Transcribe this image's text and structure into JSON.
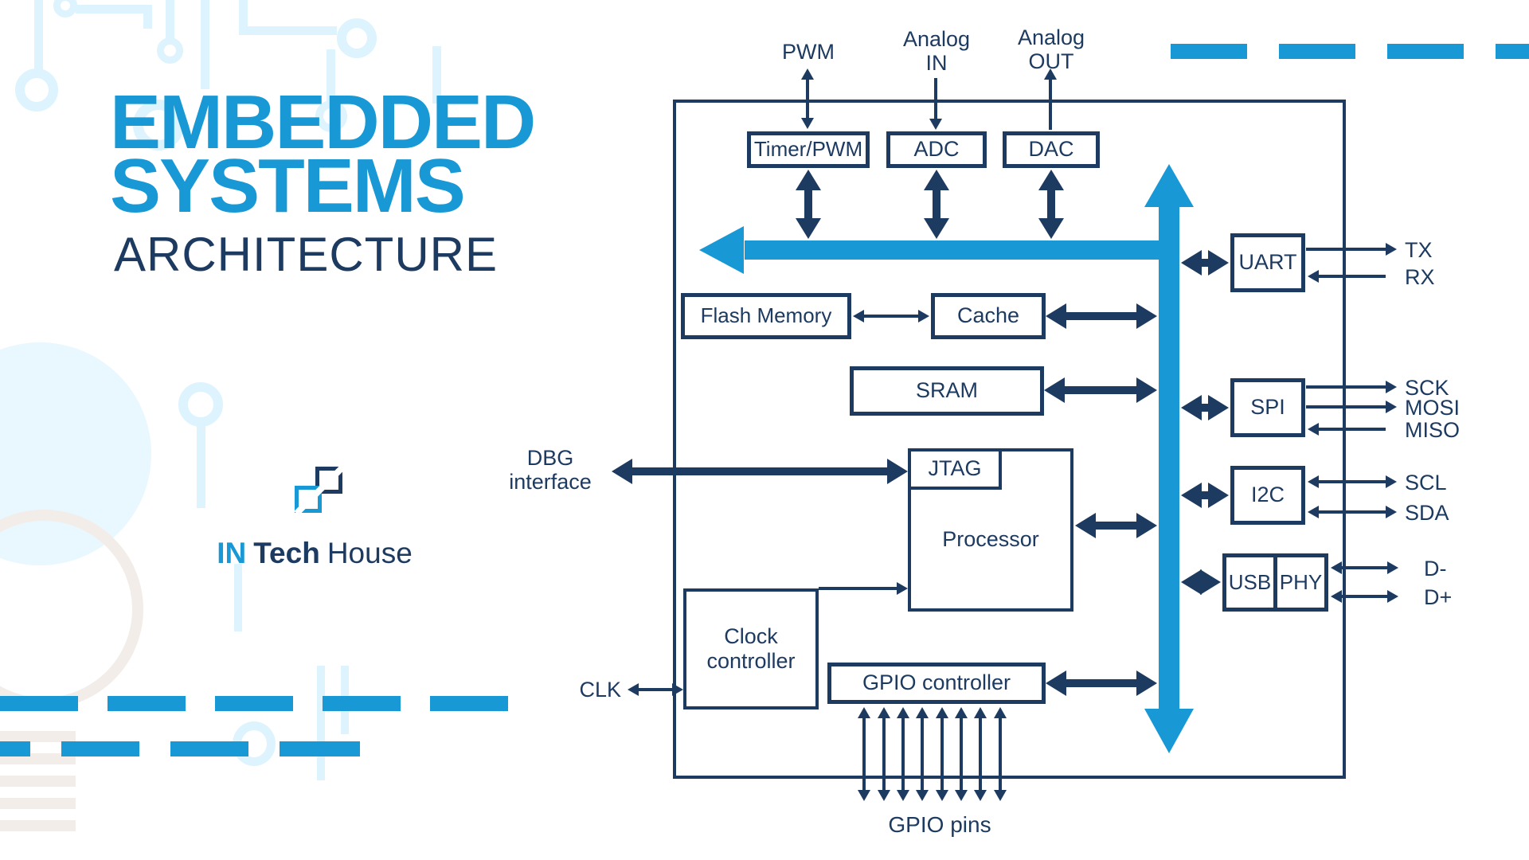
{
  "header": {
    "title_line1": "EMBEDDED",
    "title_line2": "SYSTEMS",
    "title_line3": "ARCHITECTURE"
  },
  "logo": {
    "part1": "IN",
    "part2": "Tech",
    "part3": "House"
  },
  "colors": {
    "accent_blue": "#1899d6",
    "navy": "#1d3a60",
    "pale_cyan": "#ddf3fd"
  },
  "diagram": {
    "io_top": {
      "pwm_label": "PWM",
      "analog_in_label": "Analog\nIN",
      "analog_out_label": "Analog\nOUT",
      "timer_box": "Timer/PWM",
      "adc_box": "ADC",
      "dac_box": "DAC"
    },
    "memory": {
      "flash": "Flash Memory",
      "cache": "Cache",
      "sram": "SRAM"
    },
    "debug": {
      "dbg_label": "DBG\ninterface",
      "jtag_box": "JTAG"
    },
    "processor_box": "Processor",
    "clock": {
      "box": "Clock\ncontroller",
      "clk_label": "CLK"
    },
    "gpio": {
      "box": "GPIO controller",
      "pins_label": "GPIO pins"
    },
    "uart": {
      "box": "UART",
      "tx": "TX",
      "rx": "RX"
    },
    "spi": {
      "box": "SPI",
      "sck": "SCK",
      "mosi": "MOSI",
      "miso": "MISO"
    },
    "i2c": {
      "box": "I2C",
      "scl": "SCL",
      "sda": "SDA"
    },
    "usb": {
      "box_usb": "USB",
      "box_phy": "PHY",
      "dminus": "D-",
      "dplus": "D+"
    }
  }
}
